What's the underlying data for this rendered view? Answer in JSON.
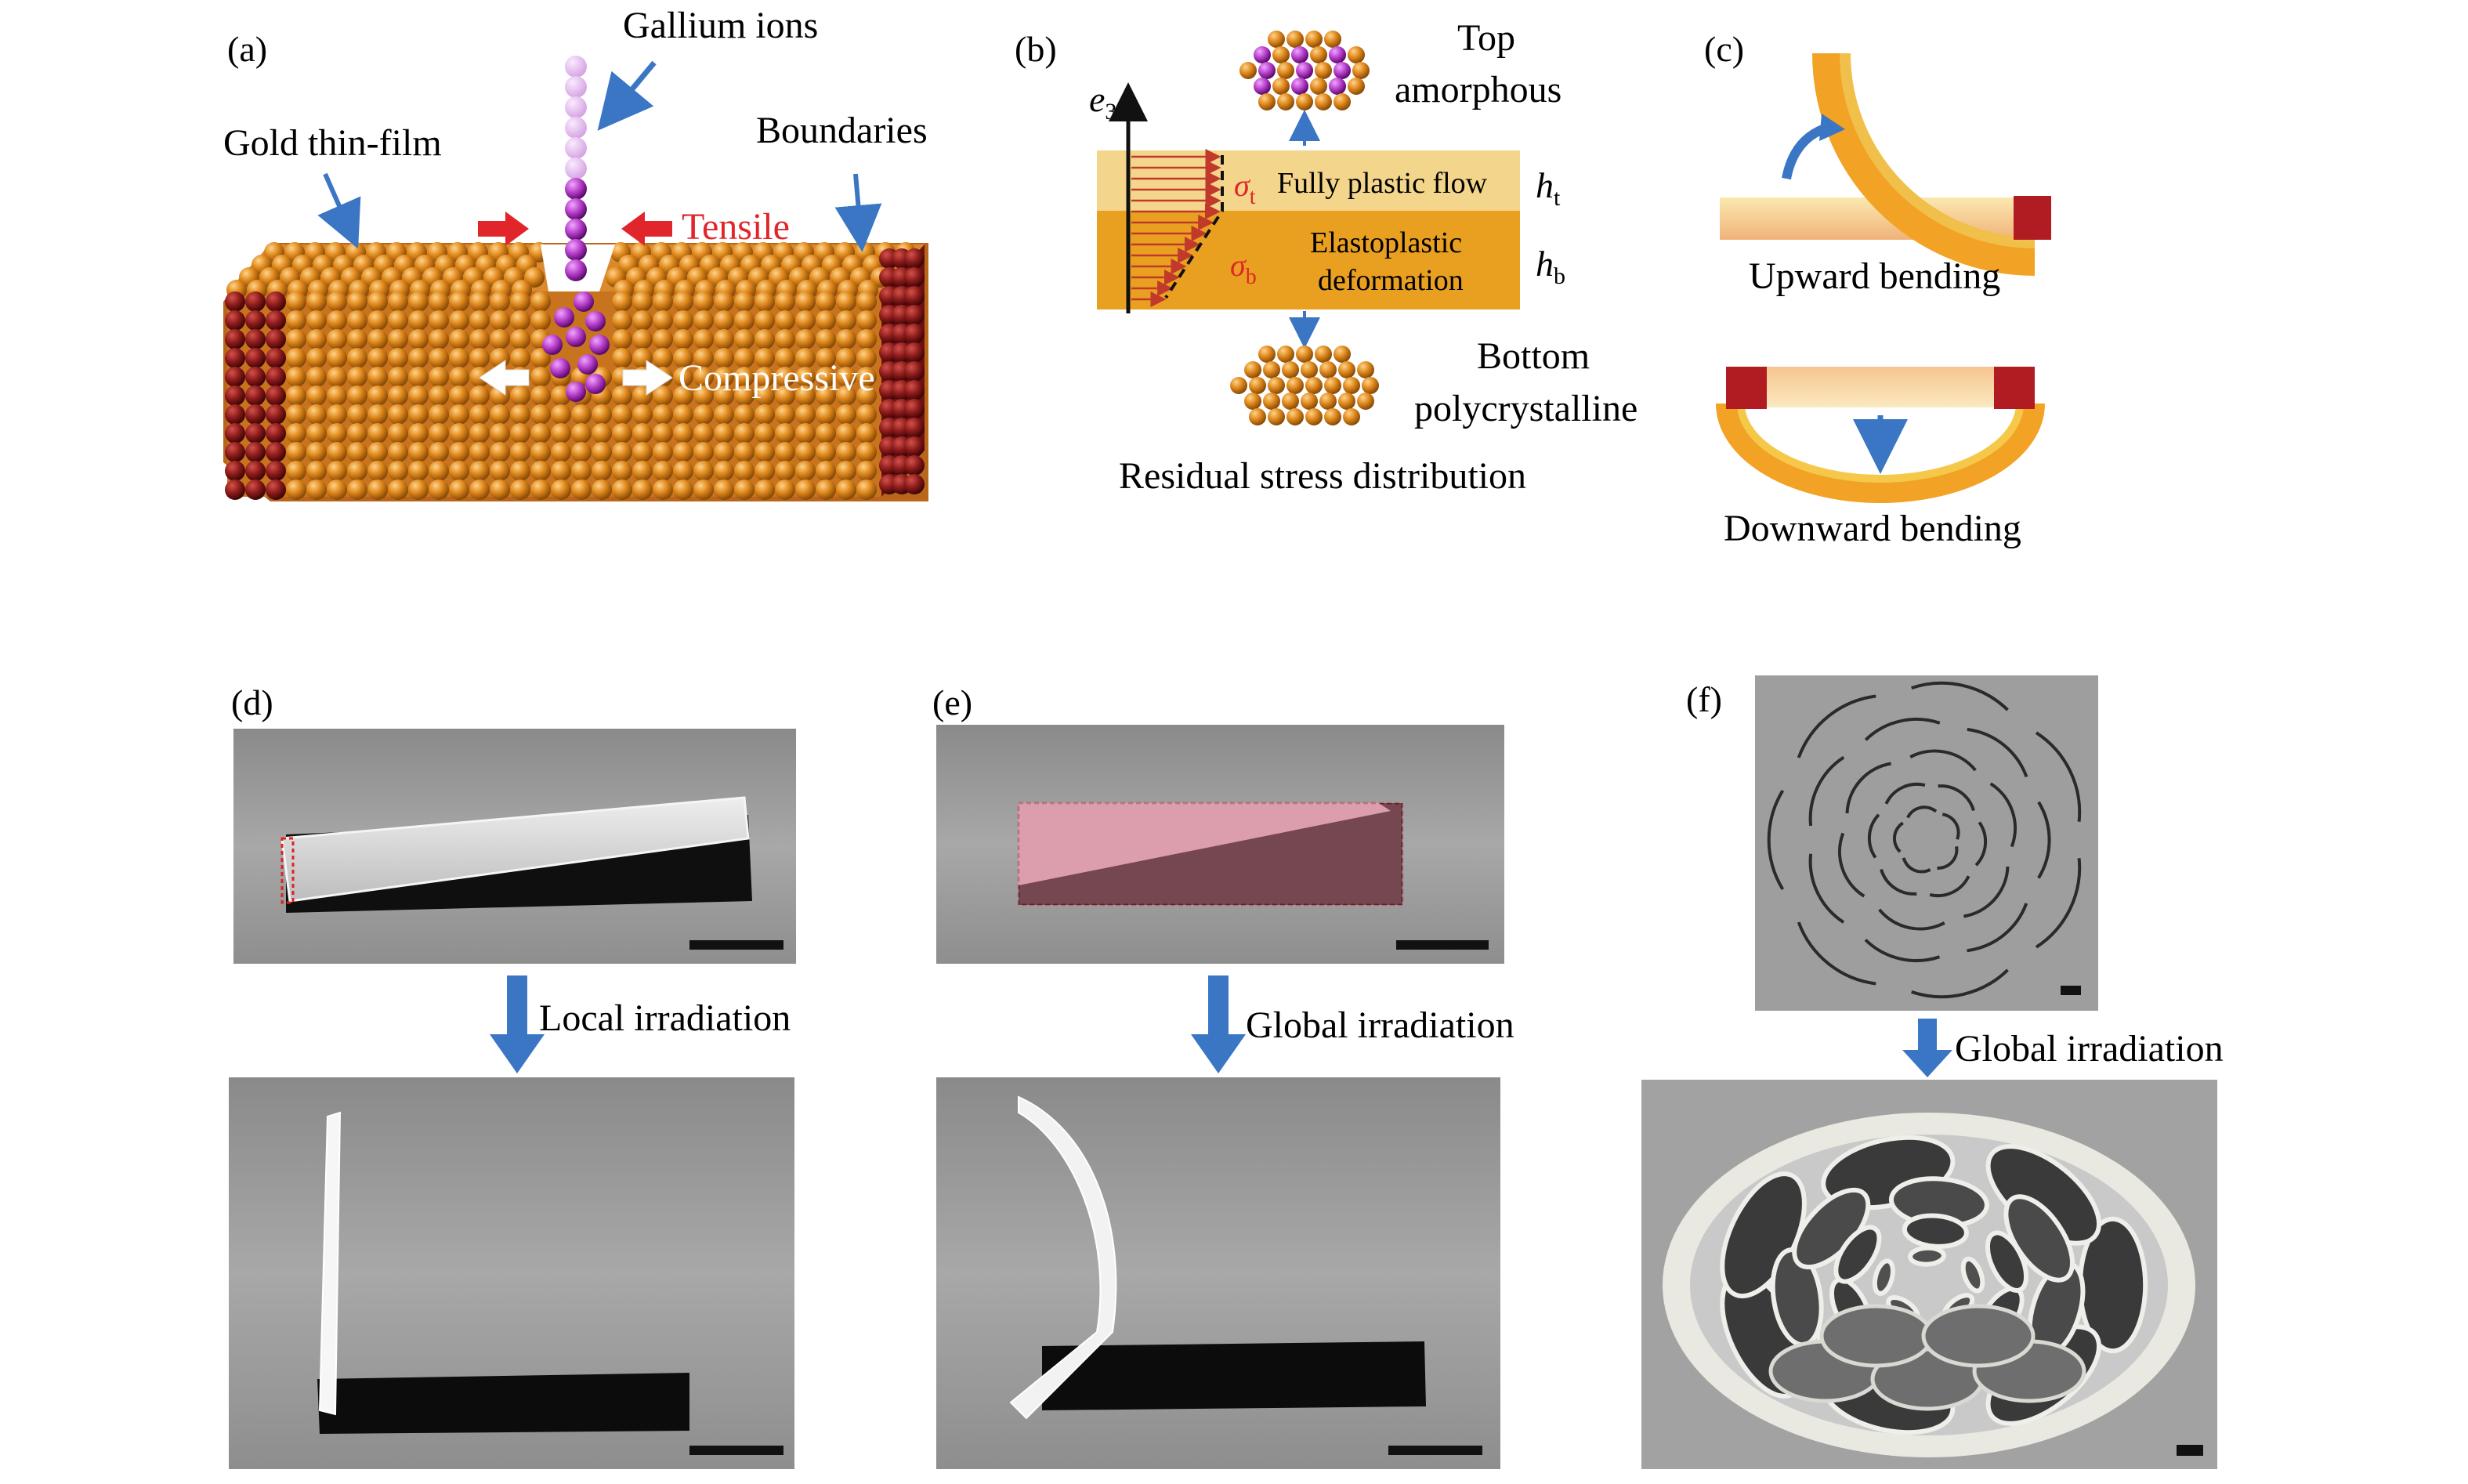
{
  "panels": {
    "a": {
      "label": "(a)",
      "gallium": "Gallium ions",
      "gold": "Gold thin-film",
      "boundaries": "Boundaries",
      "tensile": "Tensile",
      "compressive": "Compressive"
    },
    "b": {
      "label": "(b)",
      "axis": "e",
      "axis_sub": "3",
      "top_line1": "Top",
      "top_line2": "amorphous",
      "sigma": "σ",
      "sigma_t_sub": "t",
      "sigma_b_sub": "b",
      "fully_plastic": "Fully plastic flow",
      "elasto_line1": "Elastoplastic",
      "elasto_line2": "deformation",
      "h": "h",
      "h_t_sub": "t",
      "h_b_sub": "b",
      "bottom_line1": "Bottom",
      "bottom_line2": "polycrystalline",
      "caption": "Residual stress distribution"
    },
    "c": {
      "label": "(c)",
      "upward": "Upward bending",
      "downward": "Downward bending"
    },
    "d": {
      "label": "(d)",
      "arrow_text": "Local irradiation"
    },
    "e": {
      "label": "(e)",
      "arrow_text": "Global irradiation"
    },
    "f": {
      "label": "(f)",
      "arrow_text": "Global irradiation"
    }
  },
  "colors": {
    "gold_atom": "#e08a1e",
    "boundary_atom": "#8b1a1a",
    "ion": "#a23cb8",
    "arrow_blue": "#3a76c4",
    "arrow_red": "#e0262b",
    "text_red": "#e0262b",
    "sem_bg": "#9a9a9a",
    "plastic_layer": "#f3d58b",
    "elasto_layer": "#e9a020"
  }
}
